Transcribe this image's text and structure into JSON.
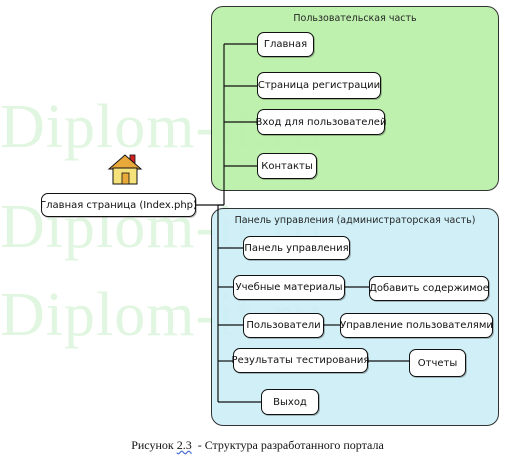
{
  "watermark": "Diplom-it.ru",
  "root": {
    "label": "Главная страница (Index.php)"
  },
  "user_part": {
    "title": "Пользовательская часть",
    "items": [
      "Главная",
      "Страница регистрации",
      "Вход для пользователей",
      "Контакты"
    ]
  },
  "admin_part": {
    "title": "Панель управления (администраторская часть)",
    "items": [
      "Панель управления",
      "Учебные материалы",
      "Пользователи",
      "Результаты тестирования",
      "Выход"
    ],
    "sub_items": [
      "Добавить содержимое",
      "Управление пользователями",
      "Отчеты"
    ]
  },
  "caption": {
    "prefix": "Рисунок ",
    "number": "2.3",
    "suffix": "  - Структура разработанного портала"
  },
  "colors": {
    "user_panel": "#b9f0a8",
    "admin_panel": "#cdeef7",
    "house_wall": "#f5e27a",
    "house_roof": "#e8a93a",
    "chimney": "#d22222"
  }
}
